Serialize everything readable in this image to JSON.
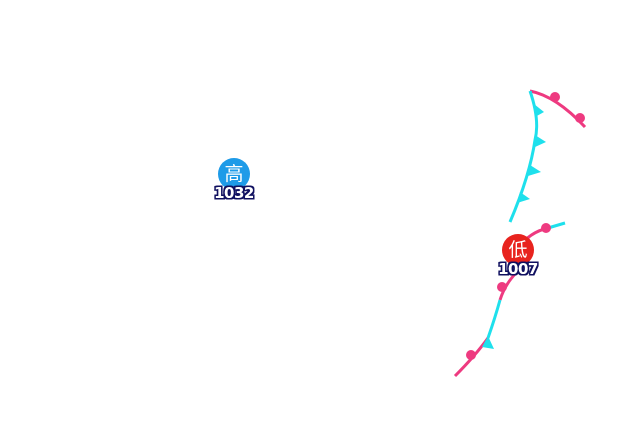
{
  "map": {
    "pressure_centers": [
      {
        "type": "high",
        "symbol": "高",
        "pressure": "1032",
        "badge_color": "#1e9be8"
      },
      {
        "type": "low",
        "symbol": "低",
        "pressure": "1007",
        "badge_color": "#e8231e"
      }
    ],
    "fronts": [
      {
        "type": "occluded-warm",
        "color": "#ee3a80"
      },
      {
        "type": "cold",
        "color": "#1ee0ec"
      }
    ]
  }
}
